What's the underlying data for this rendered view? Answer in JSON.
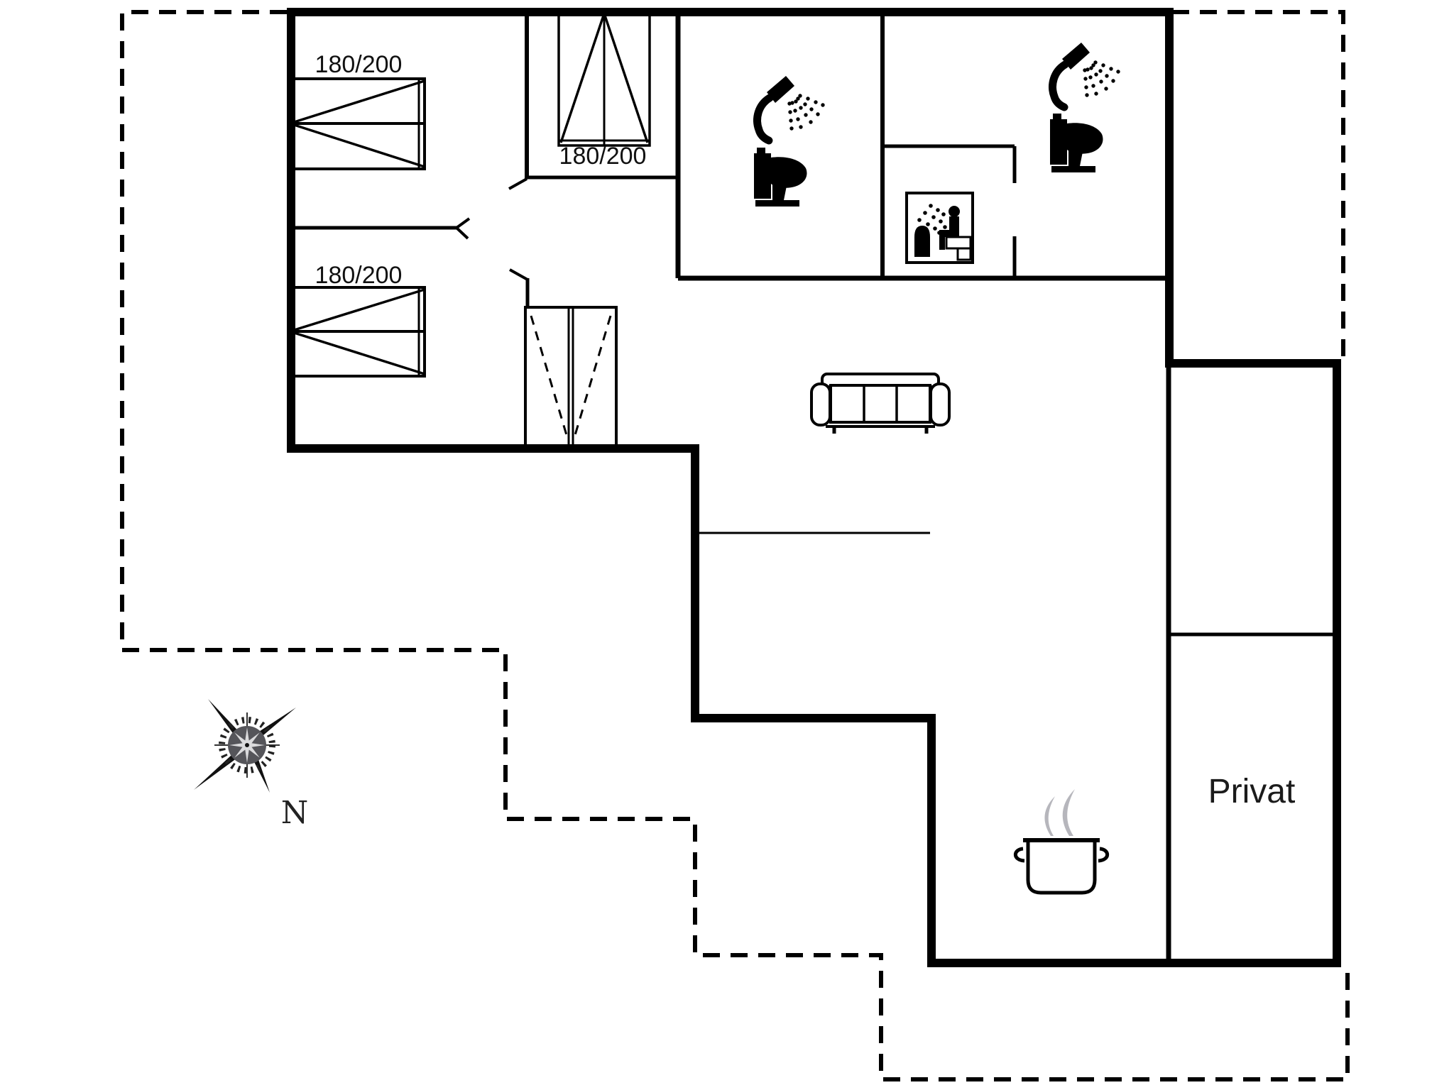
{
  "labels": {
    "bed_top": "180/200",
    "bed_middle": "180/200",
    "bed_entry": "180/200",
    "privat": "Privat",
    "north": "N"
  },
  "colors": {
    "walls": "#000000",
    "background": "#ffffff",
    "steam": "#b6b6bc",
    "text": "#111111"
  },
  "icons": [
    "double-bed-icon",
    "double-bed-icon",
    "vertical-bed-icon",
    "wardrobe-icon",
    "shower-icon",
    "toilet-icon",
    "sauna-icon",
    "sofa-icon",
    "cooking-pot-icon",
    "steam-icon",
    "compass-rose-icon"
  ]
}
